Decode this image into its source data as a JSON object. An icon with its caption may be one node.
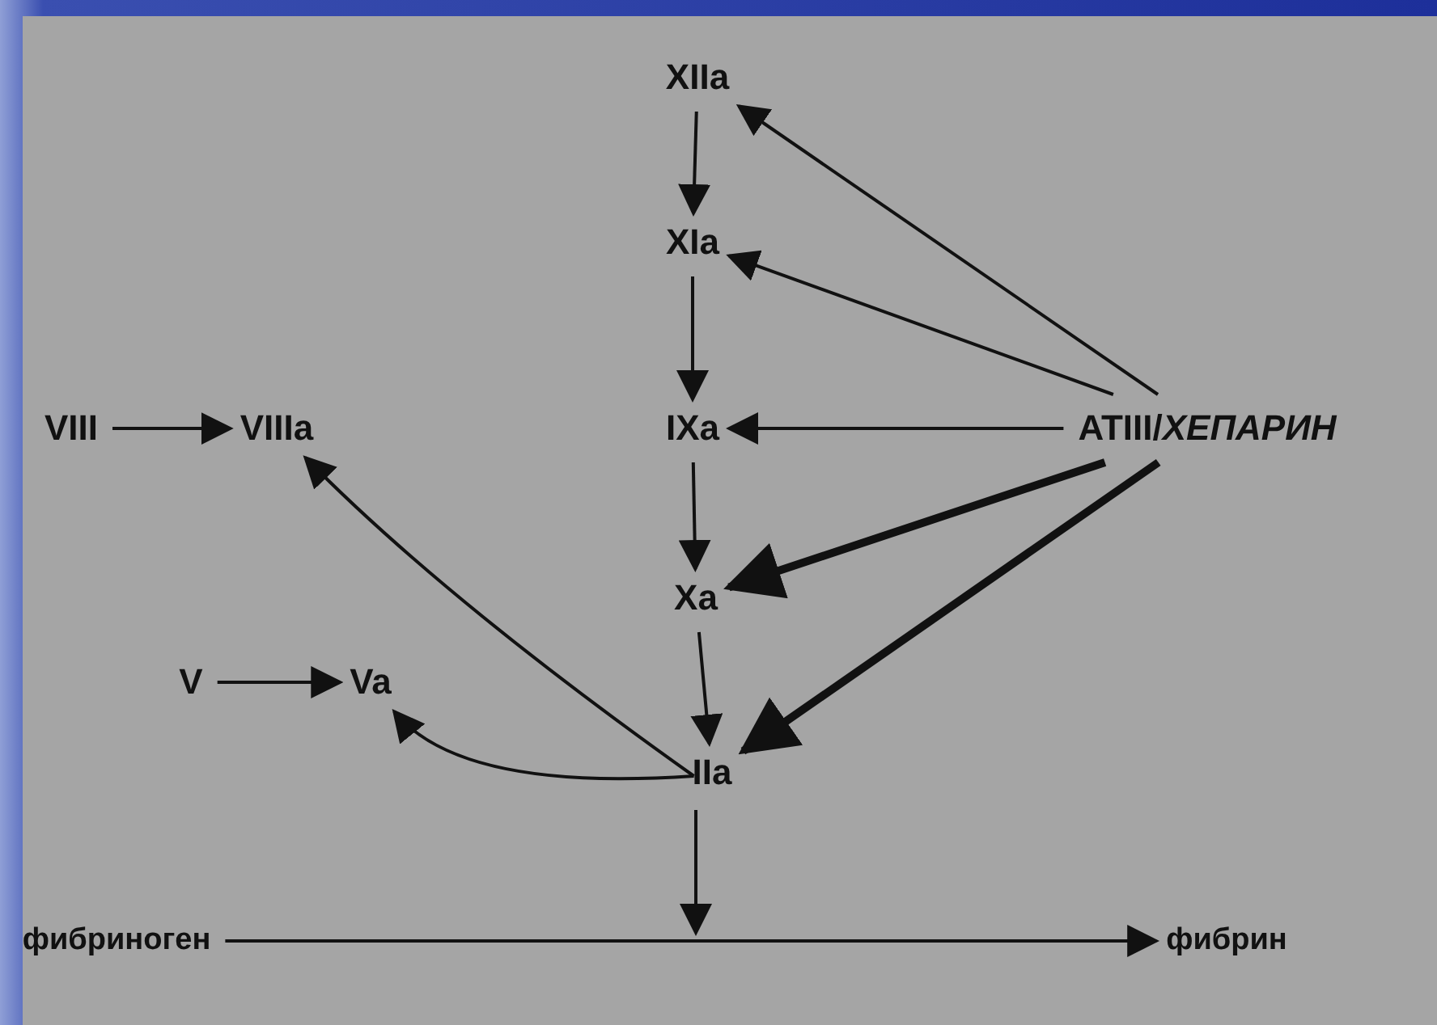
{
  "diagram": {
    "nodes": [
      {
        "text": [
          "XIIa"
        ]
      },
      {
        "text": [
          "XIa"
        ]
      },
      {
        "text": [
          "VIII"
        ]
      },
      {
        "text": [
          "VIIIa"
        ]
      },
      {
        "text": [
          "IXa"
        ]
      },
      {
        "text": [
          "ATIII/*ХЕПАРИН*"
        ]
      },
      {
        "text": [
          "Xa"
        ]
      },
      {
        "text": [
          "V"
        ]
      },
      {
        "text": [
          "Va"
        ]
      },
      {
        "text": [
          "IIa"
        ]
      },
      {
        "text": [
          "фибриноген"
        ]
      },
      {
        "text": [
          "фибрин"
        ]
      }
    ],
    "edges": [
      {
        "from": 0,
        "to": 1,
        "arrow": "to"
      },
      {
        "from": 1,
        "to": 4,
        "arrow": "to"
      },
      {
        "from": 4,
        "to": 6,
        "arrow": "to"
      },
      {
        "from": 6,
        "to": 9,
        "arrow": "to"
      },
      {
        "from": 2,
        "to": 3,
        "arrow": "to"
      },
      {
        "from": 7,
        "to": 8,
        "arrow": "to"
      },
      {
        "from": 5,
        "to": 0,
        "arrow": "to"
      },
      {
        "from": 5,
        "to": 1,
        "arrow": "to"
      },
      {
        "from": 5,
        "to": 4,
        "arrow": "to"
      },
      {
        "from": 5,
        "to": 6,
        "arrow": "to",
        "style": "thick"
      },
      {
        "from": 5,
        "to": 9,
        "arrow": "to",
        "style": "thick"
      },
      {
        "from": 9,
        "to": 3,
        "arrow": "to"
      },
      {
        "from": 9,
        "to": 8,
        "arrow": "to"
      },
      {
        "from": 10,
        "to": 11,
        "arrow": "to"
      },
      {
        "from": 9,
        "to": null,
        "arrow": "to"
      }
    ]
  }
}
